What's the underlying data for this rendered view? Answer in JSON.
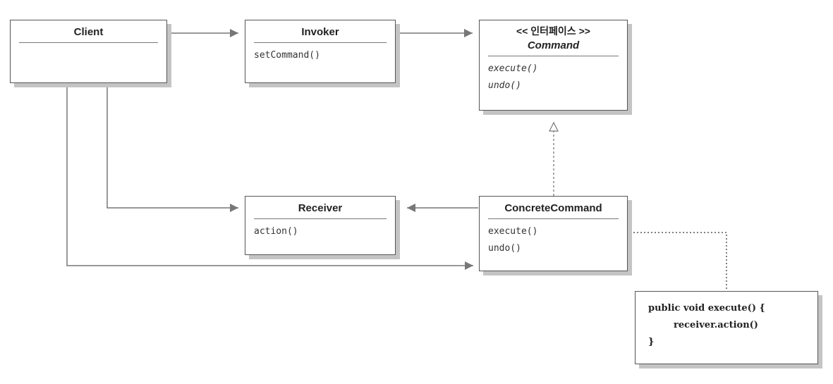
{
  "classes": {
    "client": {
      "name": "Client"
    },
    "invoker": {
      "name": "Invoker",
      "operations": [
        "setCommand()"
      ]
    },
    "command": {
      "stereotype": "<< 인터페이스 >>",
      "name": "Command",
      "operations": [
        "execute()",
        "undo()"
      ]
    },
    "receiver": {
      "name": "Receiver",
      "operations": [
        "action()"
      ]
    },
    "concrete_command": {
      "name": "ConcreteCommand",
      "operations": [
        "execute()",
        "undo()"
      ]
    }
  },
  "note": {
    "lines": [
      "public void execute() {",
      "receiver.action()",
      "}"
    ]
  },
  "relations": [
    {
      "from": "Client",
      "to": "Invoker",
      "kind": "association"
    },
    {
      "from": "Invoker",
      "to": "Command",
      "kind": "association"
    },
    {
      "from": "Client",
      "to": "Receiver",
      "kind": "association"
    },
    {
      "from": "ConcreteCommand",
      "to": "Receiver",
      "kind": "association"
    },
    {
      "from": "Client",
      "to": "ConcreteCommand",
      "kind": "association"
    },
    {
      "from": "ConcreteCommand",
      "to": "Command",
      "kind": "realization"
    },
    {
      "from": "ConcreteCommand.execute()",
      "to": "note",
      "kind": "note-link"
    }
  ],
  "colors": {
    "line": "#777777",
    "box_border": "#555555",
    "shadow": "#c4c4c4"
  }
}
